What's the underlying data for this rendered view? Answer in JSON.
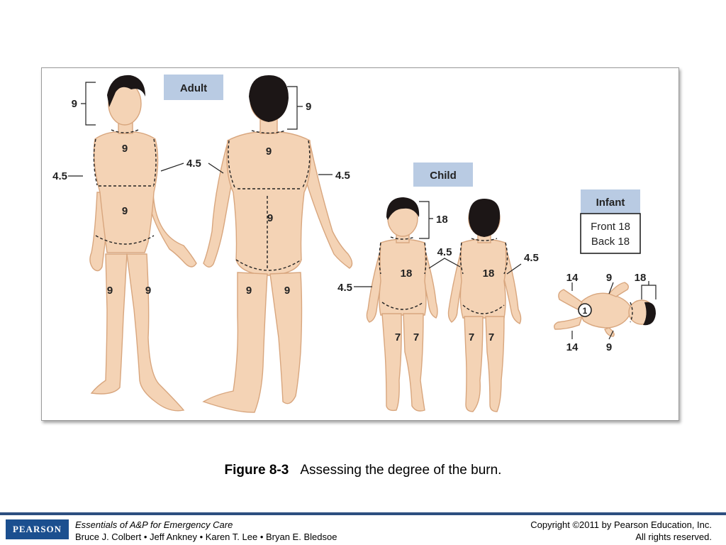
{
  "diagram": {
    "headers": {
      "adult": "Adult",
      "child": "Child",
      "infant": "Infant"
    },
    "infant_box": {
      "front": "Front 18",
      "back": "Back 18"
    },
    "adult_front": {
      "head": "9",
      "arm_left": "4.5",
      "arm_right": "4.5",
      "chest": "9",
      "abdomen": "9",
      "leg_left": "9",
      "leg_right": "9"
    },
    "adult_back": {
      "head": "9",
      "arm_left": "4.5",
      "arm_right": "4.5",
      "upper_back": "9",
      "lower_back": "9",
      "leg_left": "9",
      "leg_right": "9"
    },
    "child_front": {
      "head": "18",
      "arm": "4.5",
      "trunk": "18",
      "leg_left": "7",
      "leg_right": "7"
    },
    "child_back": {
      "arm_shared": "4.5",
      "arm_right": "4.5",
      "trunk": "18",
      "leg_left": "7",
      "leg_right": "7"
    },
    "infant": {
      "arm_top": "14",
      "leg_top": "9",
      "head": "18",
      "perineum": "1",
      "arm_bottom": "14",
      "leg_bottom": "9"
    }
  },
  "caption": {
    "figure_number": "Figure 8-3",
    "text": "Assessing the degree of the burn."
  },
  "footer": {
    "logo": "PEARSON",
    "book_title": "Essentials of A&P for Emergency Care",
    "authors": "Bruce J. Colbert • Jeff Ankney • Karen T. Lee • Bryan E. Bledsoe",
    "copyright": "Copyright ©2011 by Pearson Education, Inc.",
    "rights": "All rights reserved."
  },
  "colors": {
    "footer_rule": "#2d4f80",
    "logo_bg": "#1b4f8f",
    "header_box": "#b9cbe3",
    "skin": "#f4d3b5"
  }
}
